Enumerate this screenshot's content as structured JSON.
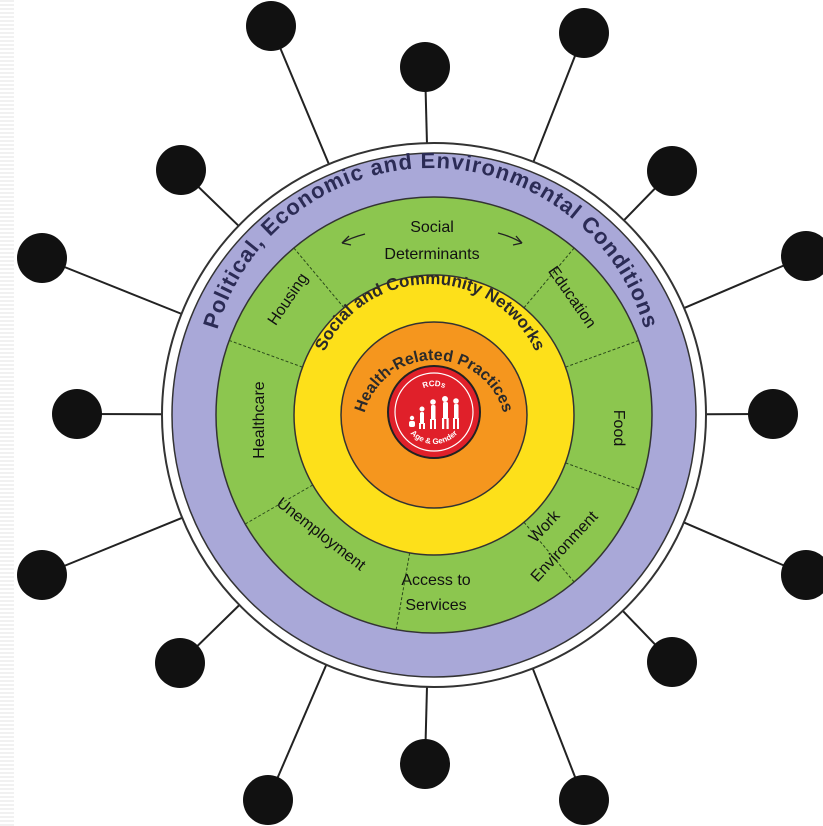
{
  "outer_ring": {
    "label": "Political, Economic and Environmental Conditions",
    "color": "#a9a8d8"
  },
  "social_determinants": {
    "title_line1": "Social",
    "title_line2": "Determinants",
    "color": "#8cc64f",
    "segments": {
      "housing": "Housing",
      "education": "Education",
      "food": "Food",
      "work_line1": "Work",
      "work_line2": "Environment",
      "access_line1": "Access to",
      "access_line2": "Services",
      "unemployment": "Unemployment",
      "healthcare": "Healthcare"
    }
  },
  "community_ring": {
    "label": "Social and Community Networks",
    "color": "#fde01a"
  },
  "practices_ring": {
    "label": "Health-Related Practices",
    "color": "#f5961e"
  },
  "center": {
    "top_text": "RCDs",
    "bottom_text": "Age & Gender",
    "color": "#e0202a"
  },
  "node_color": "#111111"
}
